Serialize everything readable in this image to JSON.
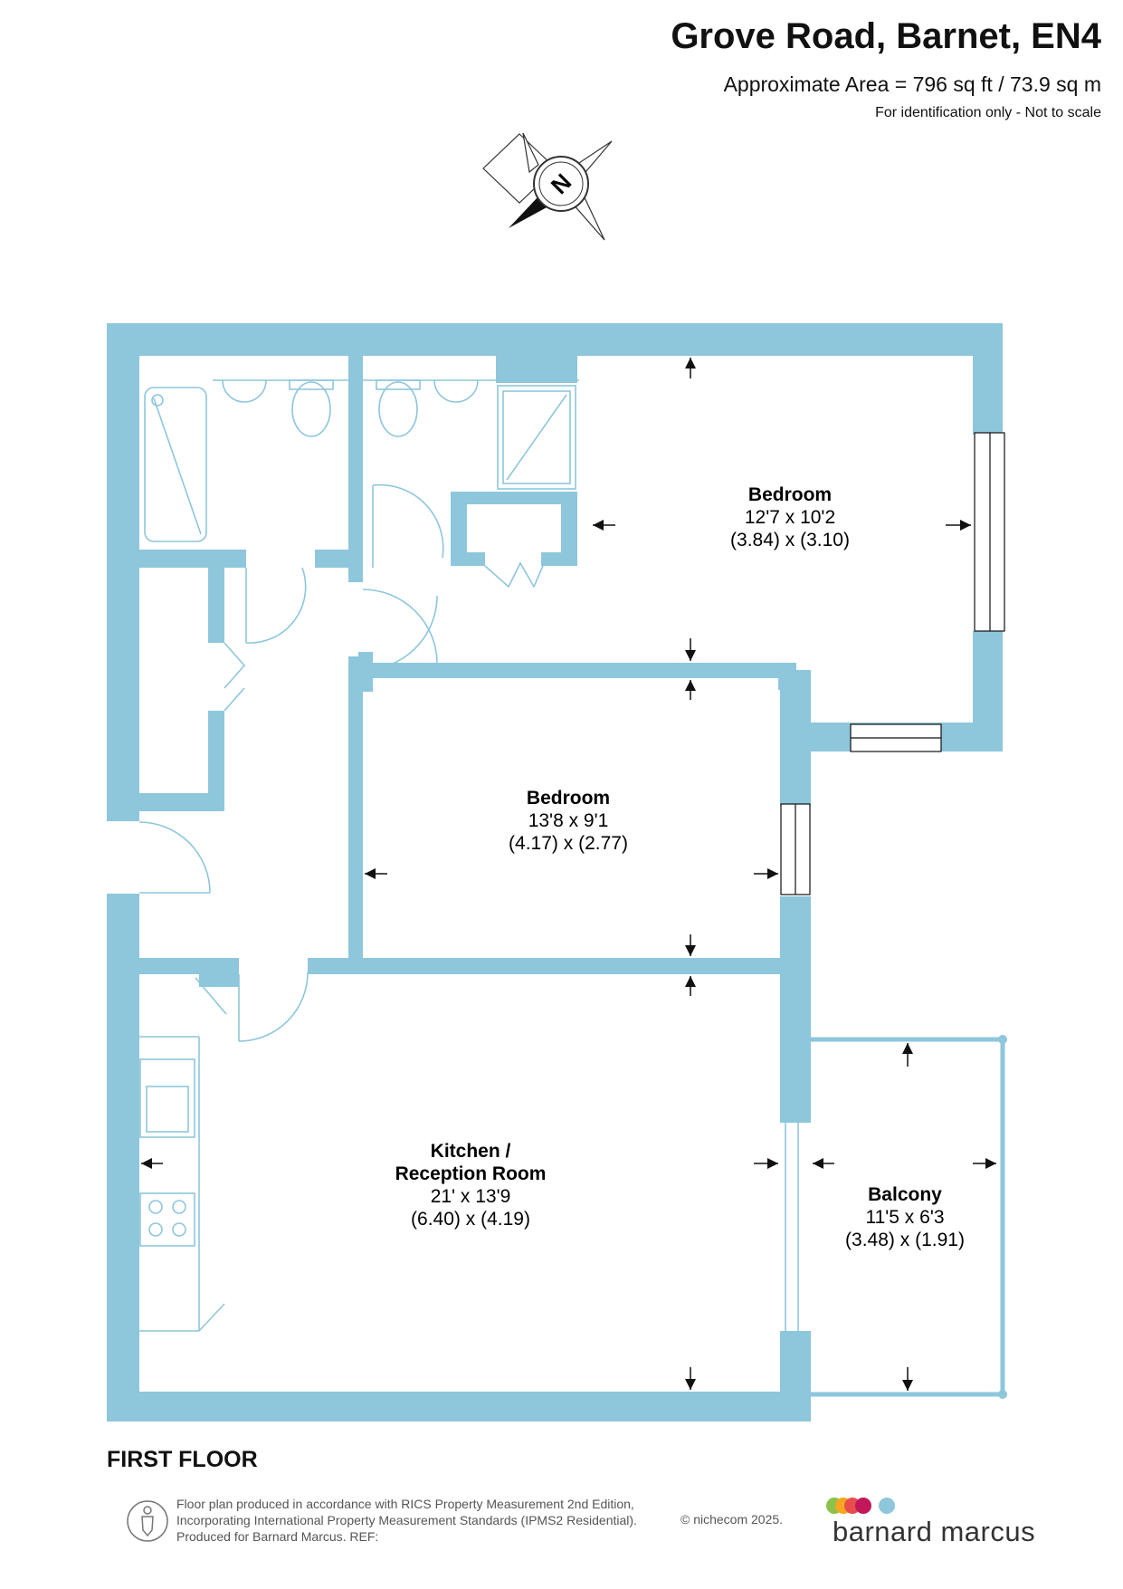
{
  "header": {
    "title": "Grove Road, Barnet, EN4",
    "area": "Approximate Area = 796 sq ft / 73.9 sq m",
    "disclaimer": "For identification only - Not to scale"
  },
  "compass": {
    "label": "N"
  },
  "rooms": [
    {
      "name": "Bedroom",
      "imperial": "12'7 x 10'2",
      "metric": "(3.84) x (3.10)"
    },
    {
      "name": "Bedroom",
      "imperial": "13'8 x 9'1",
      "metric": "(4.17) x (2.77)"
    },
    {
      "name_line1": "Kitchen /",
      "name_line2": "Reception Room",
      "imperial": "21' x 13'9",
      "metric": "(6.40) x (4.19)"
    },
    {
      "name": "Balcony",
      "imperial": "11'5 x 6'3",
      "metric": "(3.48) x (1.91)"
    }
  ],
  "floor_label": "FIRST FLOOR",
  "footer": {
    "line1": "Floor plan produced in accordance with RICS Property Measurement 2nd Edition,",
    "line2": "Incorporating International Property Measurement Standards (IPMS2 Residential).",
    "line3": "Produced for Barnard Marcus.   REF:",
    "copyright": "© nichecom 2025."
  },
  "brand": {
    "name": "barnard marcus",
    "dot_colors": [
      "#8bc34a",
      "#f5a623",
      "#e84d4d",
      "#c2185b",
      "#8ec6dc"
    ]
  },
  "colors": {
    "wall": "#8ec6dc",
    "fixture": "#8ec6dc"
  }
}
